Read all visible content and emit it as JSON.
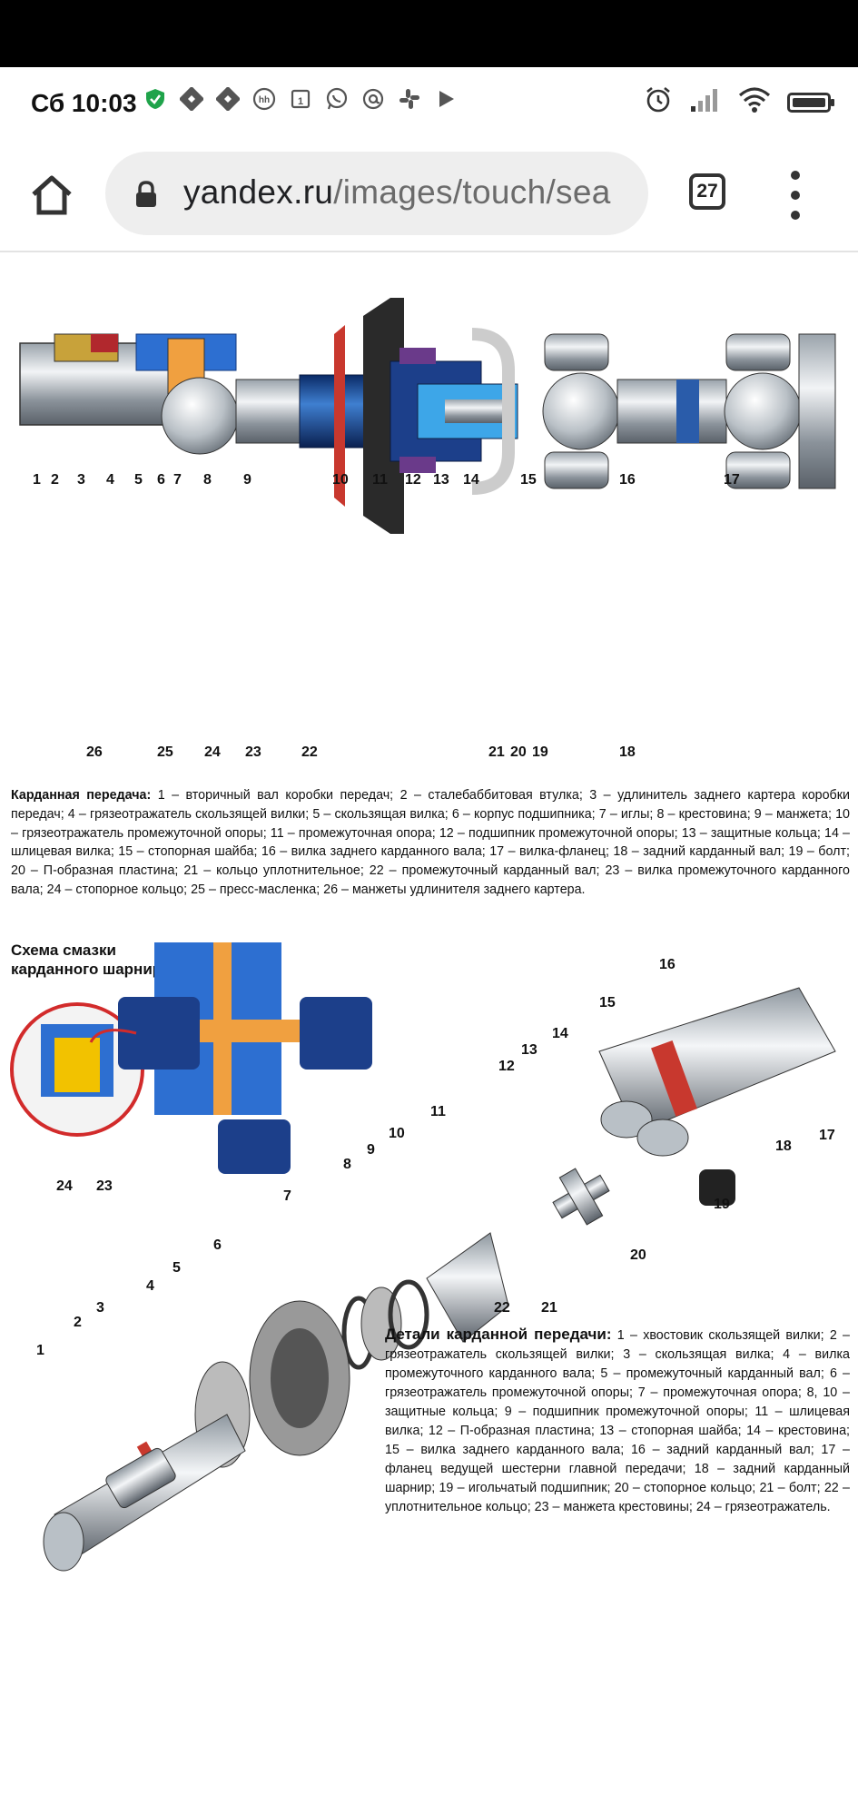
{
  "status": {
    "time": "Сб 10:03",
    "left_icons": [
      "shield-check-icon",
      "bulls-icon",
      "bulls-icon",
      "hh-icon",
      "calendar-1-icon",
      "whatsapp-icon",
      "at-icon",
      "slack-icon",
      "play-icon"
    ],
    "right_icons": [
      "alarm-icon",
      "signal-icon",
      "wifi-icon",
      "battery-icon"
    ]
  },
  "browser": {
    "url_host": "yandex.ru",
    "url_path": "/images/touch/sea",
    "tab_count": "27"
  },
  "image": {
    "top_labels_upper": [
      "1",
      "2",
      "3",
      "4",
      "5",
      "6",
      "7",
      "8",
      "9",
      "10",
      "11",
      "12",
      "13",
      "14",
      "15",
      "16",
      "17"
    ],
    "top_labels_lower": [
      "26",
      "25",
      "24",
      "23",
      "22",
      "21",
      "20",
      "19",
      "18"
    ],
    "caption_top_title": "Карданная передача:",
    "caption_top_text": " 1 – вторичный вал коробки передач; 2 – сталебаббитовая втулка; 3 – удлинитель заднего картера коробки передач; 4 – грязеотражатель скользящей вилки; 5 – скользящая вилка; 6 – корпус подшипника; 7 – иглы; 8 – крестовина; 9 – манжета; 10 – грязеотражатель промежуточной опоры; 11 – промежуточная опора; 12 – подшипник промежуточной опоры; 13 – защитные кольца; 14 – шлицевая вилка; 15 – стопорная шайба; 16 – вилка заднего карданного вала; 17 – вилка-фланец; 18 – задний карданный вал; 19 – болт; 20 – П-образная пластина; 21 – кольцо уплотнительное; 22 – промежуточный карданный вал; 23 – вилка промежуточного карданного вала; 24 – стопорное кольцо; 25 – пресс-масленка;  26 – манжеты удлинителя заднего картера.",
    "schema_title_line1": "Схема смазки",
    "schema_title_line2": "карданного шарнира",
    "schema_labels": [
      "24",
      "23"
    ],
    "bottom_labels": [
      "1",
      "2",
      "3",
      "4",
      "5",
      "6",
      "7",
      "8",
      "9",
      "10",
      "11",
      "12",
      "13",
      "14",
      "15",
      "16",
      "17",
      "18",
      "19",
      "20",
      "21",
      "22"
    ],
    "caption_bottom_title": "Детали карданной передачи:",
    "caption_bottom_text": " 1 – хвостовик скользящей вилки; 2 – грязеотражатель скользящей вилки; 3 – скользящая вилка; 4 – вилка промежуточного карданного вала; 5 – промежуточный карданный вал; 6 – грязеотражатель промежуточной опоры; 7 – промежуточная опора; 8, 10 – защитные кольца; 9 – подшипник промежуточной опоры; 11 – шлицевая вилка; 12 – П-образная пластина; 13 – стопорная шайба; 14 – крестовина; 15 – вилка заднего карданного вала; 16 – задний карданный вал; 17 – фланец ведущей шестерни главной передачи; 18 – задний карданный шарнир; 19 – игольчатый подшипник; 20 – стопорное кольцо; 21 – болт; 22 – уплотнительное кольцо; 23 – манжета крестовины; 24 – грязеотражатель."
  }
}
